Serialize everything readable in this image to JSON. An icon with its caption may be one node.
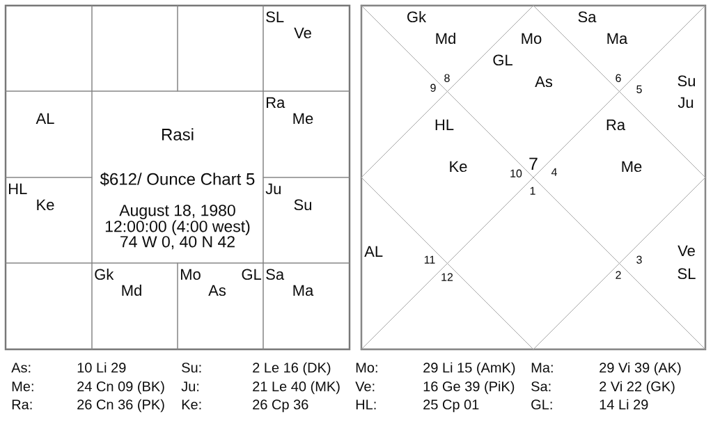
{
  "diagram": {
    "nodes": [
      {
        "text": [],
        "shape": "box"
      },
      {
        "text": [],
        "shape": "box"
      },
      {
        "text": [],
        "shape": "box"
      },
      {
        "text": [
          "SL",
          "Ve"
        ]
      },
      {
        "text": [
          "AL"
        ]
      },
      {
        "text": [
          "Rasi",
          "$612/ Ounce Chart 5",
          "August 18, 1980",
          "12:00:00 (4:00 west)",
          "74 W 0, 40 N 42"
        ]
      },
      {
        "text": [
          "Ra",
          "Me"
        ]
      },
      {
        "text": [
          "HL",
          "Ke"
        ]
      },
      {
        "text": [
          "Ju",
          "Su"
        ]
      },
      {
        "text": [],
        "shape": "box"
      },
      {
        "text": [
          "Gk",
          "Md"
        ]
      },
      {
        "text": [
          "Mo",
          "GL",
          "As"
        ]
      },
      {
        "text": [
          "Sa",
          "Ma"
        ]
      },
      {
        "text": [
          "Gk",
          "Md",
          "8"
        ]
      },
      {
        "text": [
          "Sa",
          "Ma",
          "6"
        ]
      },
      {
        "text": [
          "9"
        ]
      },
      {
        "text": [
          "Mo",
          "GL",
          "As",
          "7"
        ]
      },
      {
        "text": [
          "Su",
          "Ju",
          "5"
        ]
      },
      {
        "text": [
          "HL",
          "Ke",
          "10"
        ]
      },
      {
        "text": [
          "Ra",
          "Me",
          "4"
        ]
      },
      {
        "text": [
          "AL",
          "11"
        ]
      },
      {
        "text": [
          "1"
        ]
      },
      {
        "text": [
          "Ve",
          "SL",
          "3"
        ]
      },
      {
        "text": [
          "12"
        ]
      },
      {
        "text": [
          "2"
        ]
      }
    ],
    "labels": [
      "As:",
      "10 Li 29",
      "Su:",
      "2 Le 16 (DK)",
      "Mo:",
      "29 Li 15 (AmK)",
      "Ma:",
      "29 Vi 39 (AK)",
      "Me:",
      "24 Cn 09 (BK)",
      "Ju:",
      "21 Le 40 (MK)",
      "Ve:",
      "16 Ge 39 (PiK)",
      "Sa:",
      "2 Vi 22 (GK)",
      "Ra:",
      "26 Cn 36 (PK)",
      "Ke:",
      "26 Cp 36",
      "HL:",
      "25 Cp 01",
      "GL:",
      "14 Li 29"
    ]
  }
}
